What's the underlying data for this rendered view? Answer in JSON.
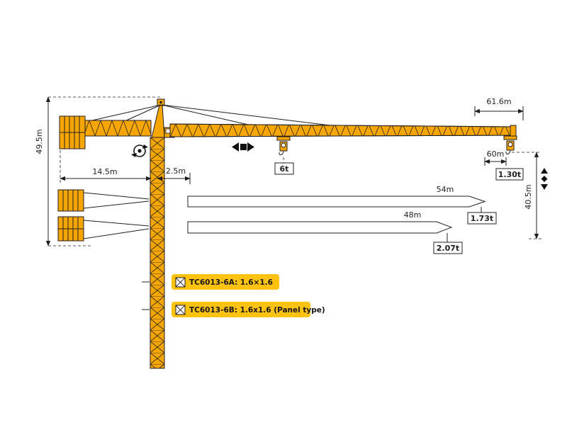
{
  "colors": {
    "crane_yellow": "#f7a600",
    "label_yellow": "#ffc20e",
    "line_black": "#231f20",
    "background": "#ffffff"
  },
  "dimensions": {
    "jib_radius": "61.6m",
    "tip_distance": "60m",
    "tower_height": "49.5m",
    "counter_jib_length": "14.5m",
    "rear_offset": "2.5m",
    "under_hook_height": "40.5m",
    "jib_option_54": "54m",
    "jib_option_48": "48m"
  },
  "loads": {
    "max_capacity": "6t",
    "tip_load_616": "1.30t",
    "tip_load_54": "1.73t",
    "tip_load_48": "2.07t"
  },
  "models": {
    "variant_a": "TC6013-6A: 1.6×1.6",
    "variant_b": "TC6013-6B: 1.6x1.6 (Panel type)"
  },
  "icons": {
    "trolley_travel": "trolley-travel-icon",
    "slewing": "slewing-icon",
    "hook_travel": "hook-travel-icon",
    "mast_section": "mast-section-icon"
  }
}
